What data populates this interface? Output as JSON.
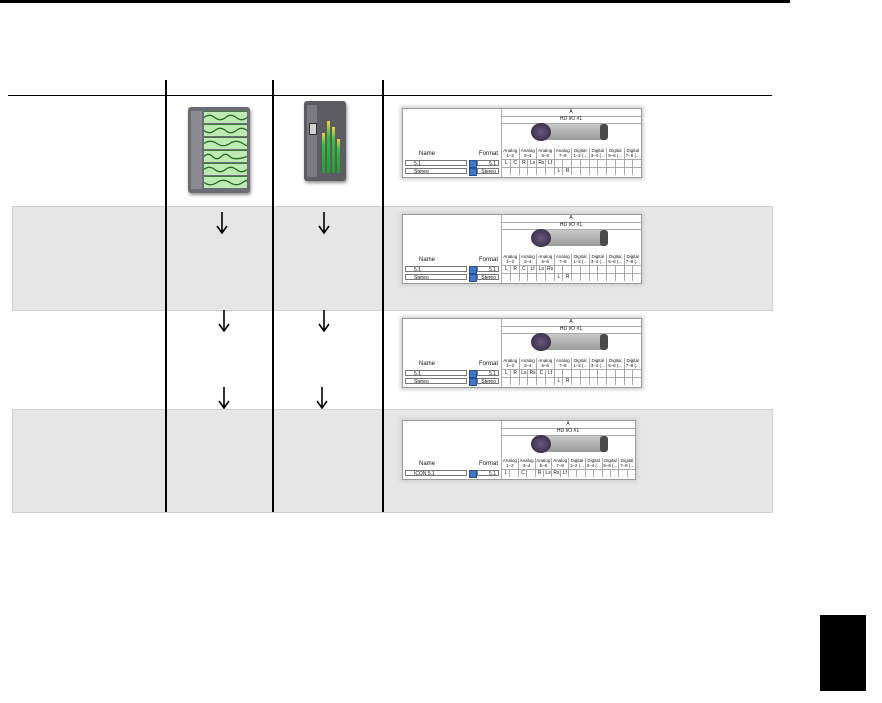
{
  "colors": {
    "band": "#e6e6e6",
    "checkbox": "#3f76c8",
    "tab": "#000000"
  },
  "panel_common": {
    "top_header": "A",
    "device_header": "HD I/O #1",
    "name_header": "Name",
    "format_header": "Format",
    "columns": [
      [
        "Analog",
        "1–2"
      ],
      [
        "Analog",
        "3–4"
      ],
      [
        "Analog",
        "5–6"
      ],
      [
        "Analog",
        "7–8"
      ],
      [
        "Digital",
        "1–2 (..."
      ],
      [
        "Digital",
        "3–4 (..."
      ],
      [
        "Digital",
        "5–6 (..."
      ],
      [
        "Digital",
        "7–8 (..."
      ]
    ]
  },
  "panels": [
    {
      "paths": [
        {
          "name": "5.1",
          "format": "5.1",
          "assign": [
            "L",
            "C",
            "R",
            "Ls",
            "Rs",
            "Lf"
          ],
          "start": 0
        },
        {
          "name": "Stereo",
          "format": "Stereo",
          "assign": [
            "L",
            "R"
          ],
          "start": 6
        }
      ]
    },
    {
      "paths": [
        {
          "name": "5.1",
          "format": "5.1",
          "assign": [
            "L",
            "R",
            "C",
            "Lf",
            "Ls",
            "Rs"
          ],
          "start": 0
        },
        {
          "name": "Stereo",
          "format": "Stereo",
          "assign": [
            "L",
            "R"
          ],
          "start": 6
        }
      ]
    },
    {
      "paths": [
        {
          "name": "5.1",
          "format": "5.1",
          "assign": [
            "L",
            "R",
            "Ls",
            "Rs",
            "C",
            "Lf"
          ],
          "start": 0
        },
        {
          "name": "Stereo",
          "format": "Stereo",
          "assign": [
            "L",
            "R"
          ],
          "start": 6
        }
      ]
    },
    {
      "paths": [
        {
          "name": "ICON 5.1",
          "format": "5.1",
          "assign": [
            "L",
            "",
            "C",
            "",
            "R",
            "Ls",
            "Rs",
            "Lf"
          ],
          "start": 0
        }
      ]
    }
  ]
}
